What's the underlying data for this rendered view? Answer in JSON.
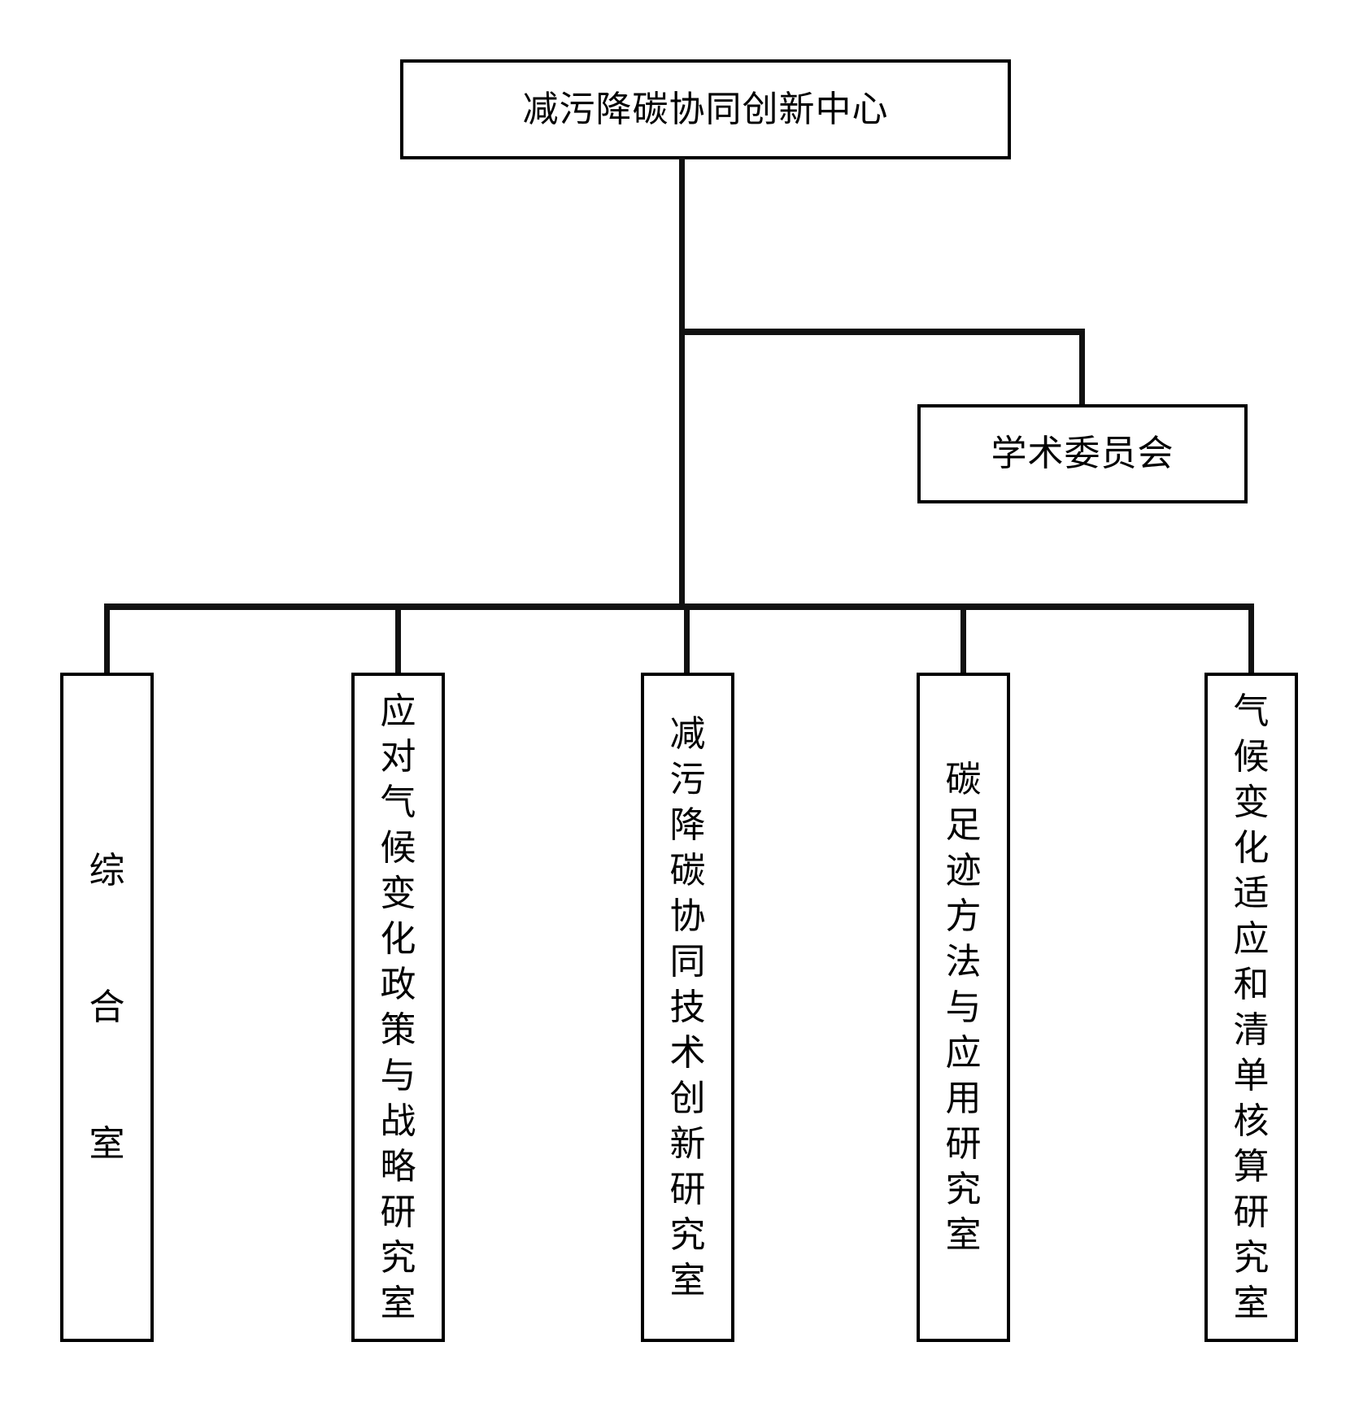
{
  "org_chart": {
    "root": {
      "label": "减污降碳协同创新中心"
    },
    "committee": {
      "label": "学术委员会"
    },
    "departments": [
      {
        "label": "综合室"
      },
      {
        "label": "应对气候变化政策与战略研究室"
      },
      {
        "label": "减污降碳协同技术创新研究室"
      },
      {
        "label": "碳足迹方法与应用研究室"
      },
      {
        "label": "气候变化适应和清单核算研究室"
      }
    ]
  },
  "colors": {
    "connector": "#111111",
    "box_border": "#000000",
    "background": "#ffffff",
    "text": "#000000"
  }
}
